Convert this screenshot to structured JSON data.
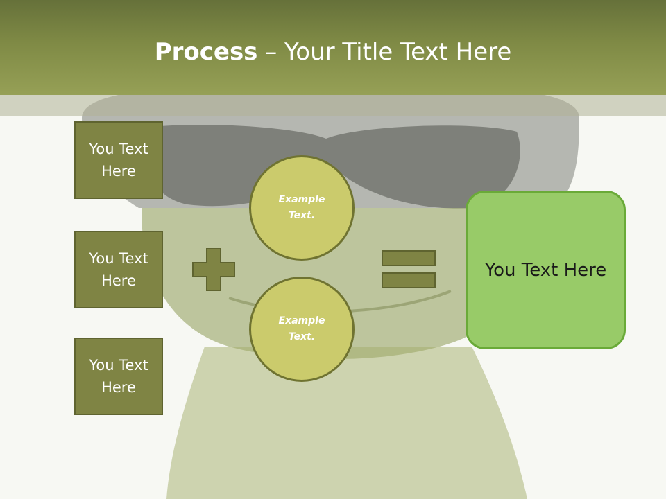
{
  "header": {
    "title_bold": "Process",
    "title_rest": " – Your Title Text Here"
  },
  "left_boxes": [
    {
      "label": "You Text Here"
    },
    {
      "label": "You Text Here"
    },
    {
      "label": "You Text Here"
    }
  ],
  "circles": [
    {
      "label": "Example Text."
    },
    {
      "label": "Example Text."
    }
  ],
  "operators": {
    "plus": "plus-icon",
    "equals": "equals-icon"
  },
  "result": {
    "label": "You Text Here"
  },
  "colors": {
    "header": "#7f8a45",
    "box_fill": "#7f8444",
    "circle_fill": "#cbcb6c",
    "result_fill": "#98cb68",
    "result_border": "#6aaa38"
  }
}
